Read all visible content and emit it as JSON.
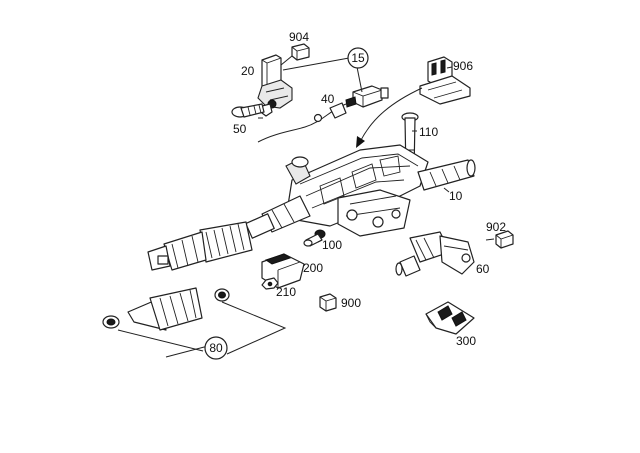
{
  "labels": {
    "p904": "904",
    "p20": "20",
    "p15": "15",
    "p906": "906",
    "p40": "40",
    "p50": "50",
    "p110": "110",
    "p10": "10",
    "p902": "902",
    "p100": "100",
    "p200": "200",
    "p60": "60",
    "p210": "210",
    "p900": "900",
    "p80": "80",
    "p300": "300"
  }
}
